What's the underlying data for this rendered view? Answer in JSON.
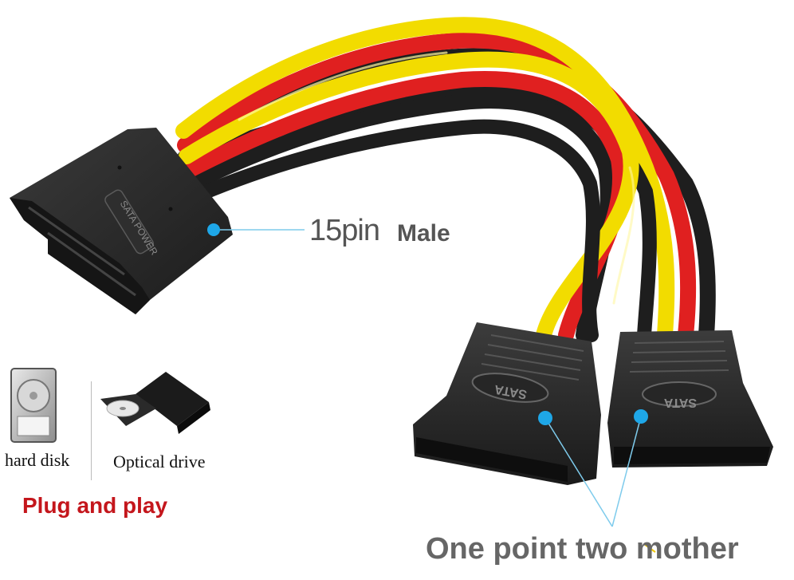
{
  "labels": {
    "male_pin": "15pin",
    "male_word": "Male",
    "hard_disk": "hard disk",
    "optical_drive": "Optical drive",
    "plug_and_play": "Plug and play",
    "one_point": "One point two mother"
  },
  "connector_text": {
    "male_molding": "SATA POWER",
    "female_left": "SATA",
    "female_right": "SATA"
  },
  "colors": {
    "wire_yellow": "#f2dc00",
    "wire_red": "#e02020",
    "wire_black": "#1e1e1e",
    "connector_body": "#2b2b2b",
    "callout_dot": "#1ea7e8",
    "callout_line": "#7ecbec",
    "emphasis_red": "#c4161c",
    "caption_gray": "#666666"
  },
  "icons": [
    "hard-disk-icon",
    "optical-drive-icon"
  ]
}
